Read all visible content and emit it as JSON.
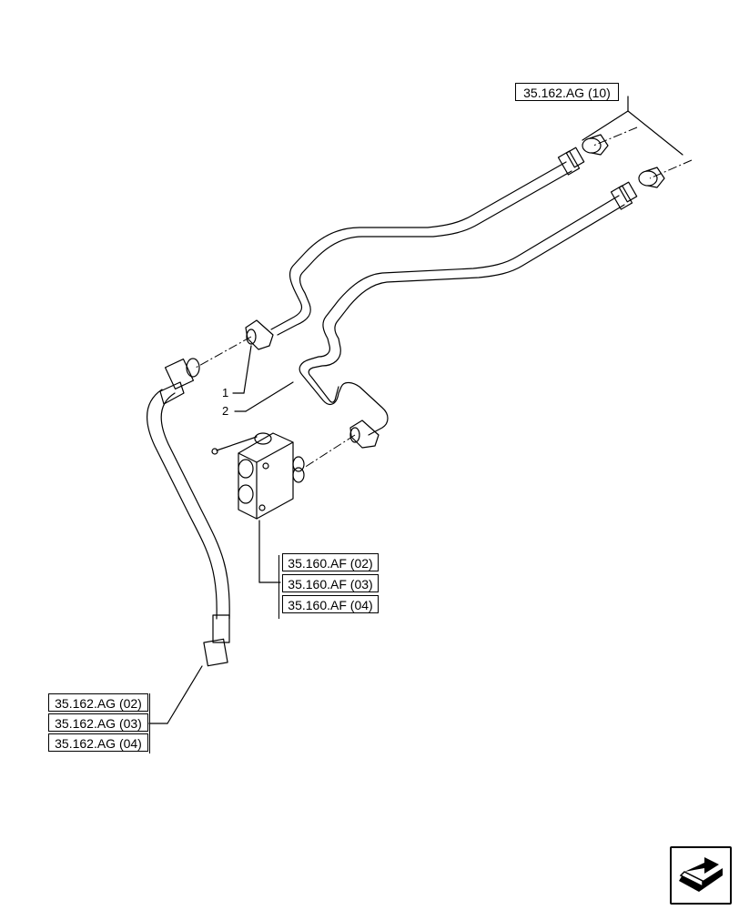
{
  "references": {
    "top_right": [
      "35.162.AG (10)"
    ],
    "valve_group": [
      "35.160.AF (02)",
      "35.160.AF (03)",
      "35.160.AF (04)"
    ],
    "hose_group": [
      "35.162.AG (02)",
      "35.162.AG (03)",
      "35.162.AG (04)"
    ]
  },
  "callouts": [
    "1",
    "2"
  ],
  "nav_button": {
    "icon": "next-page-arrow-icon"
  }
}
